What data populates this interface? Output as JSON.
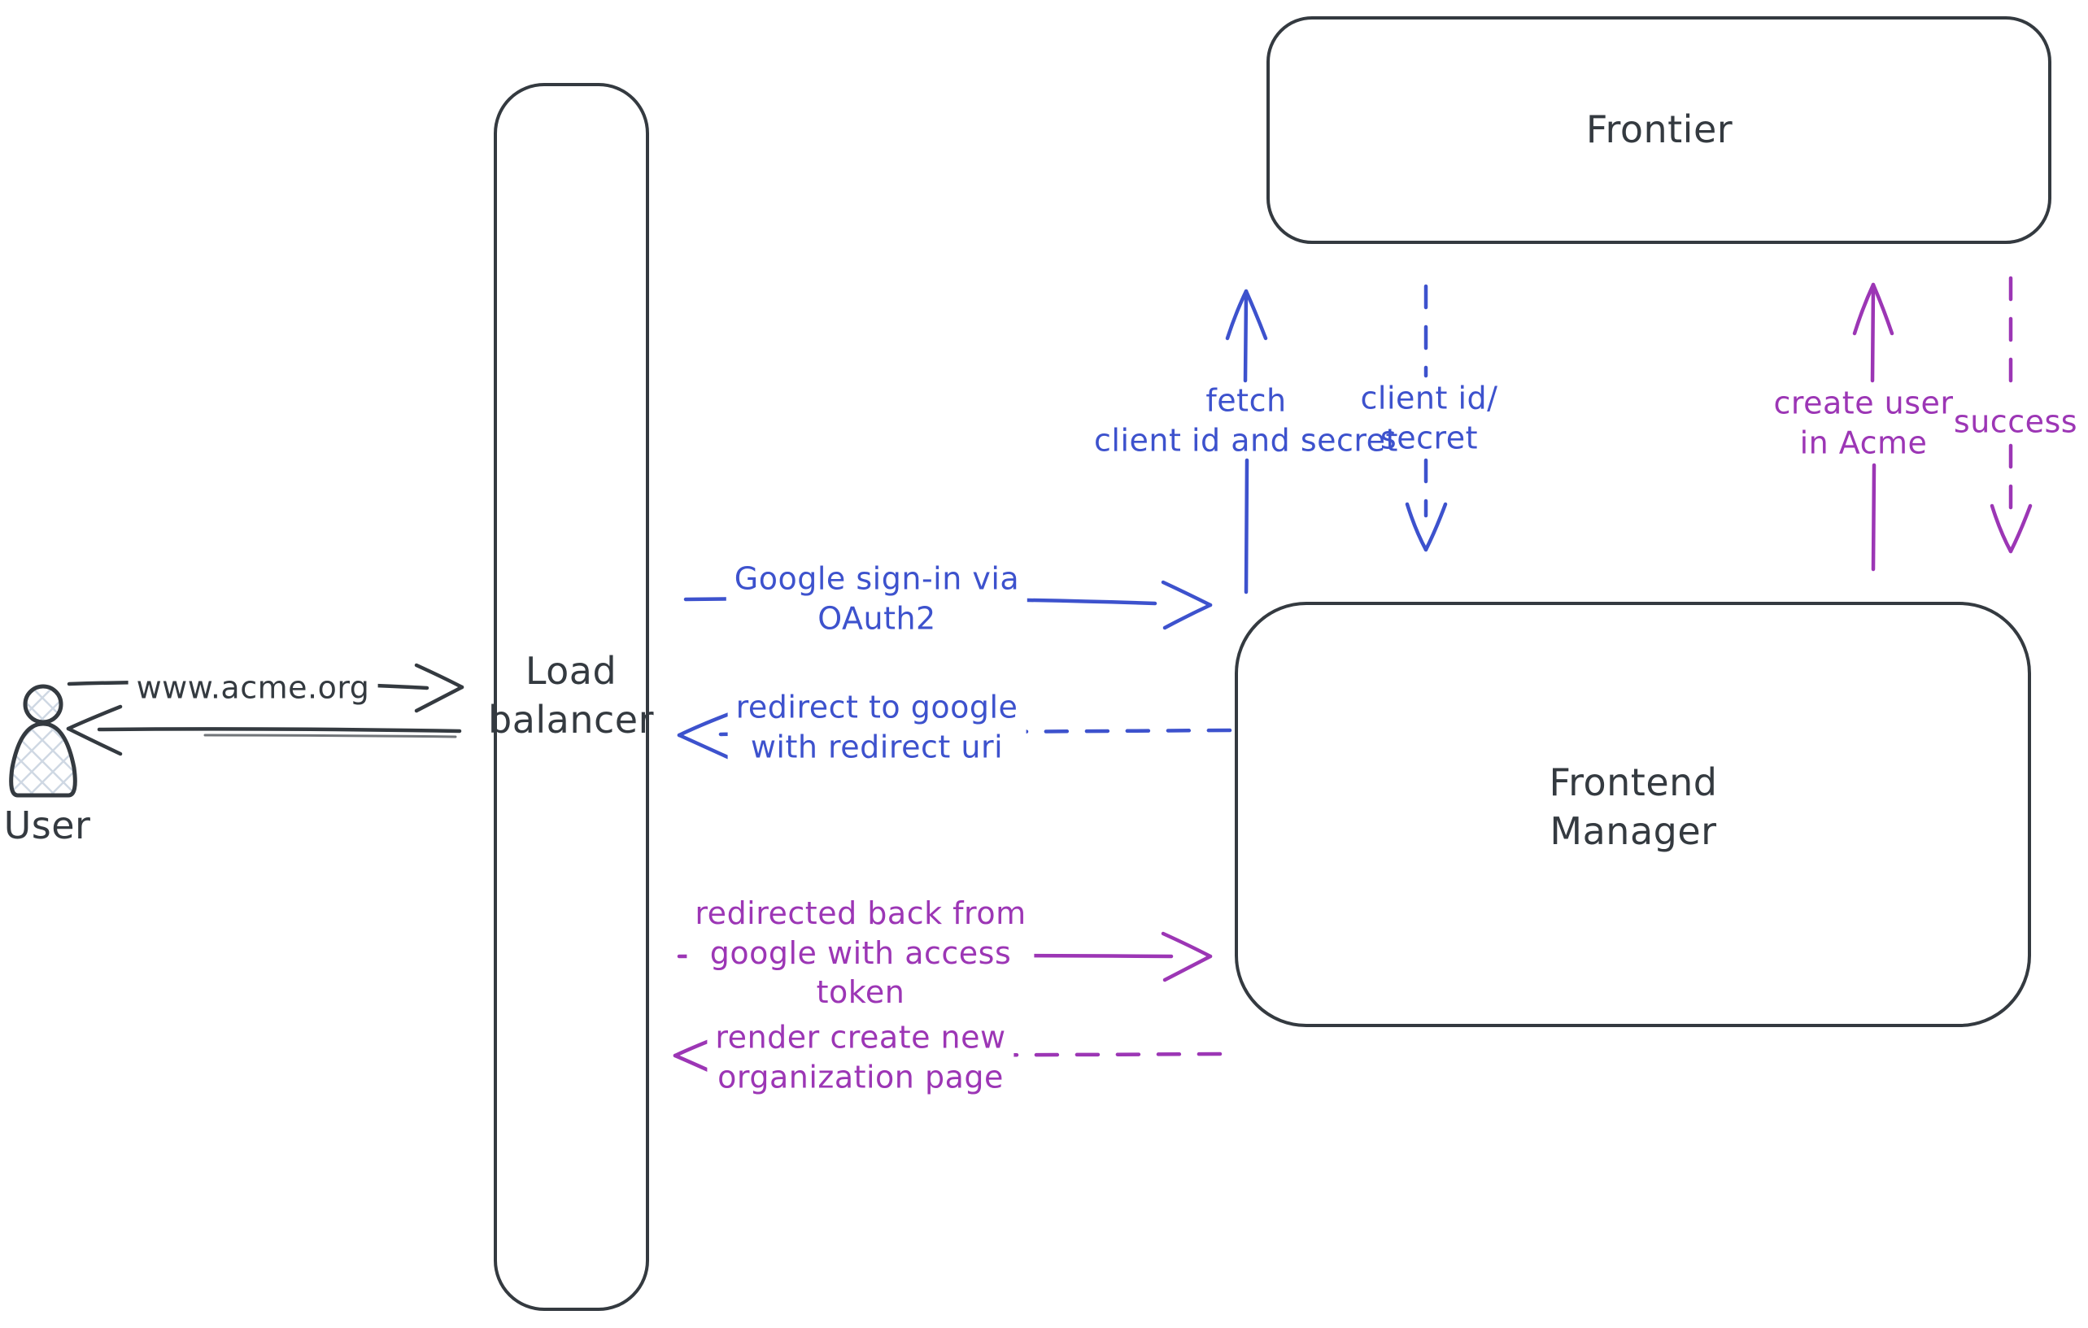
{
  "colors": {
    "ink": "#343a40",
    "blue": "#3d52cd",
    "purple": "#9c36b5",
    "background": "#ffffff",
    "actor_hatch": "#cfd8e3"
  },
  "actor": {
    "label": "User"
  },
  "nodes": {
    "load_balancer": {
      "label": "Load\nbalancer"
    },
    "frontier": {
      "label": "Frontier"
    },
    "frontend_manager": {
      "label": "Frontend\nManager"
    }
  },
  "edges": {
    "www_request": {
      "label": "www.acme.org"
    },
    "google_signin": {
      "label": "Google sign-in via\nOAuth2"
    },
    "redirect_to_google": {
      "label": "redirect to google\nwith redirect uri"
    },
    "redirected_back": {
      "label": "redirected back from\ngoogle with access\ntoken"
    },
    "render_create_org": {
      "label": "render create new\norganization page"
    },
    "fetch_client_secret": {
      "label": "fetch\nclient id and secret"
    },
    "client_id_secret": {
      "label": "client id/\nsecret"
    },
    "create_user": {
      "label": "create user\nin Acme"
    },
    "success": {
      "label": "success"
    }
  }
}
